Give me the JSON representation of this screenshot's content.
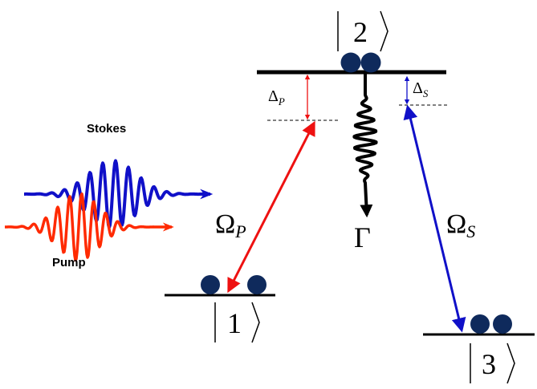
{
  "levels": {
    "level2": {
      "label": "2"
    },
    "level1": {
      "label": "1"
    },
    "level3": {
      "label": "3"
    }
  },
  "detunings": {
    "pump": {
      "symbol": "Δ",
      "sub": "P"
    },
    "stokes": {
      "symbol": "Δ",
      "sub": "S"
    }
  },
  "rabi": {
    "pump": {
      "symbol": "Ω",
      "sub": "P"
    },
    "stokes": {
      "symbol": "Ω",
      "sub": "S"
    }
  },
  "decay": {
    "symbol": "Γ"
  },
  "pulses": {
    "stokes_label": "Stokes",
    "pump_label": "Pump"
  },
  "colors": {
    "pump": "#ff2a00",
    "pump_arrow": "#ee1111",
    "stokes": "#1010c8",
    "population": "#0f2a5c",
    "level": "#000000"
  }
}
